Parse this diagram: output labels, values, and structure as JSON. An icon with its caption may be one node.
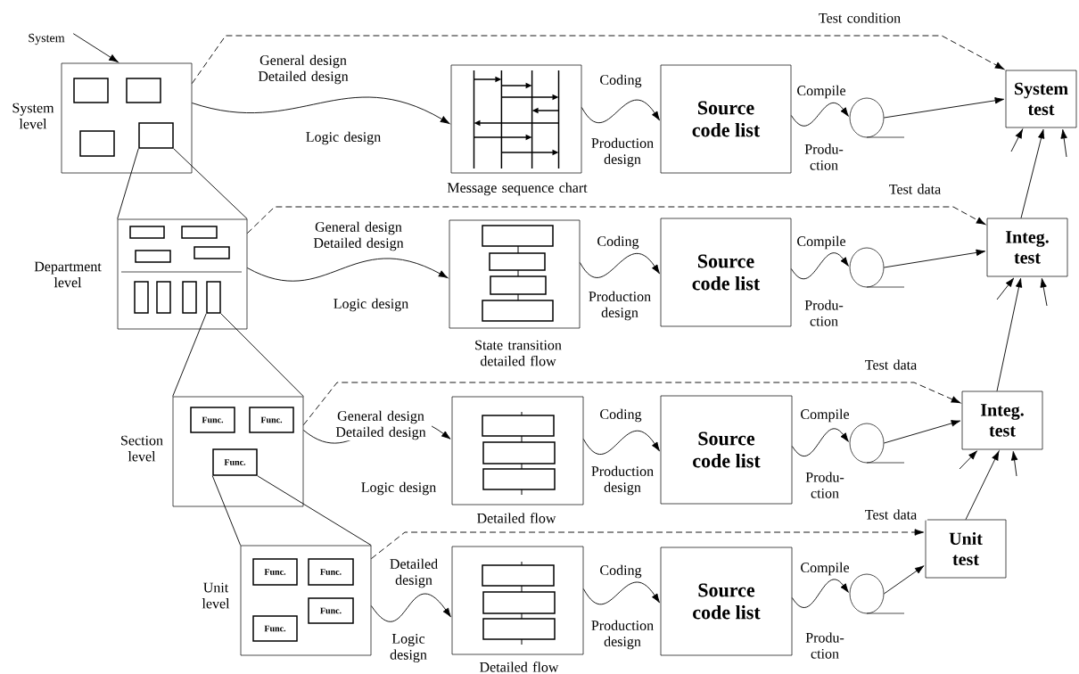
{
  "diagram": {
    "nodes": [
      {
        "text": [
          "System"
        ]
      },
      {
        "text": [],
        "shape": "box",
        "beside": [
          "System level"
        ]
      },
      {
        "text": [],
        "shape": "box",
        "in": 1
      },
      {
        "text": [],
        "shape": "box",
        "in": 1
      },
      {
        "text": [],
        "shape": "box",
        "in": 1
      },
      {
        "text": [],
        "shape": "box",
        "in": 1
      },
      {
        "text": [],
        "shape": "picture",
        "beside": [
          "Message sequence chart"
        ]
      },
      {
        "text": [
          "Source code list"
        ]
      },
      {
        "text": [],
        "shape": "circle"
      },
      {
        "text": [
          "System test"
        ]
      },
      {
        "text": [],
        "shape": "box",
        "beside": [
          "Department level"
        ]
      },
      {
        "text": [],
        "shape": "box",
        "in": 10
      },
      {
        "text": [],
        "shape": "box",
        "in": 10
      },
      {
        "text": [],
        "shape": "box",
        "in": 10
      },
      {
        "text": [],
        "shape": "box",
        "in": 10
      },
      {
        "text": [],
        "shape": "box",
        "in": 10
      },
      {
        "text": [],
        "shape": "box",
        "in": 10
      },
      {
        "text": [],
        "shape": "box",
        "in": 10
      },
      {
        "text": [],
        "shape": "box",
        "in": 10
      },
      {
        "text": [],
        "shape": "picture",
        "beside": [
          "State transition detailed flow"
        ]
      },
      {
        "text": [
          "Source code list"
        ]
      },
      {
        "text": [],
        "shape": "circle"
      },
      {
        "text": [
          "Integ. test"
        ]
      },
      {
        "text": [],
        "shape": "box",
        "beside": [
          "Section level"
        ]
      },
      {
        "text": [
          "Func."
        ],
        "in": 23
      },
      {
        "text": [
          "Func."
        ],
        "in": 23
      },
      {
        "text": [
          "Func."
        ],
        "in": 23
      },
      {
        "text": [],
        "shape": "picture",
        "beside": [
          "Detailed flow"
        ]
      },
      {
        "text": [
          "Source code list"
        ]
      },
      {
        "text": [],
        "shape": "circle"
      },
      {
        "text": [
          "Integ. test"
        ]
      },
      {
        "text": [],
        "shape": "box",
        "beside": [
          "Unit level"
        ]
      },
      {
        "text": [
          "Func."
        ],
        "in": 31
      },
      {
        "text": [
          "Func."
        ],
        "in": 31
      },
      {
        "text": [
          "Func."
        ],
        "in": 31
      },
      {
        "text": [
          "Func."
        ],
        "in": 31
      },
      {
        "text": [],
        "shape": "picture",
        "beside": [
          "Detailed flow"
        ]
      },
      {
        "text": [
          "Source code list"
        ]
      },
      {
        "text": [],
        "shape": "circle"
      },
      {
        "text": [
          "Unit test"
        ]
      }
    ],
    "edges": [
      {
        "from": 0,
        "to": 1,
        "arrow": "to"
      },
      {
        "from": 1,
        "to": 6,
        "arrow": "to",
        "label": "General design Detailed design"
      },
      {
        "from": 6,
        "to": 7,
        "arrow": "to",
        "label": "Coding"
      },
      {
        "from": 7,
        "to": 8,
        "arrow": "to",
        "label": "Compile"
      },
      {
        "from": 8,
        "to": 9,
        "arrow": "to"
      },
      {
        "from": 1,
        "to": 9,
        "arrow": "to",
        "label": "Test condition",
        "style": "dashed"
      },
      {
        "from": 5,
        "to": 10,
        "arrow": "none"
      },
      {
        "from": 5,
        "to": 10,
        "arrow": "none"
      },
      {
        "from": 10,
        "to": 19,
        "arrow": "to",
        "label": "General design Detailed design"
      },
      {
        "from": 19,
        "to": 20,
        "arrow": "to",
        "label": "Coding"
      },
      {
        "from": 20,
        "to": 21,
        "arrow": "to",
        "label": "Compile"
      },
      {
        "from": 21,
        "to": 22,
        "arrow": "to"
      },
      {
        "from": 10,
        "to": 22,
        "arrow": "to",
        "label": "Test data",
        "style": "dashed"
      },
      {
        "from": 22,
        "to": 9,
        "arrow": "to"
      },
      {
        "from": 18,
        "to": 23,
        "arrow": "none"
      },
      {
        "from": 18,
        "to": 23,
        "arrow": "none"
      },
      {
        "from": 23,
        "to": 27,
        "arrow": "to",
        "label": "General design Detailed design"
      },
      {
        "from": 27,
        "to": 28,
        "arrow": "to",
        "label": "Coding"
      },
      {
        "from": 28,
        "to": 29,
        "arrow": "to",
        "label": "Compile"
      },
      {
        "from": 29,
        "to": 30,
        "arrow": "to"
      },
      {
        "from": 23,
        "to": 30,
        "arrow": "to",
        "label": "Test data",
        "style": "dashed"
      },
      {
        "from": 30,
        "to": 22,
        "arrow": "to"
      },
      {
        "from": 26,
        "to": 31,
        "arrow": "none"
      },
      {
        "from": 26,
        "to": 31,
        "arrow": "none"
      },
      {
        "from": 31,
        "to": 36,
        "arrow": "to",
        "label": "Detailed design"
      },
      {
        "from": 36,
        "to": 37,
        "arrow": "to",
        "label": "Coding"
      },
      {
        "from": 37,
        "to": 38,
        "arrow": "to",
        "label": "Compile"
      },
      {
        "from": 38,
        "to": 39,
        "arrow": "to"
      },
      {
        "from": 31,
        "to": 39,
        "arrow": "to",
        "label": "Test data",
        "style": "dashed"
      },
      {
        "from": 39,
        "to": 30,
        "arrow": "to"
      },
      {
        "from": null,
        "to": 9,
        "arrow": "to"
      },
      {
        "from": null,
        "to": 9,
        "arrow": "to"
      },
      {
        "from": null,
        "to": 22,
        "arrow": "to"
      },
      {
        "from": null,
        "to": 22,
        "arrow": "to"
      },
      {
        "from": null,
        "to": 30,
        "arrow": "to"
      },
      {
        "from": null,
        "to": 30,
        "arrow": "to"
      }
    ],
    "labels": [
      "Logic design",
      "Production design",
      "Produ- ction",
      "Logic design",
      "Production design",
      "Produ- ction",
      "Logic design",
      "Production design",
      "Produ- ction",
      "Logic design",
      "Production design",
      "Produ- ction"
    ]
  }
}
